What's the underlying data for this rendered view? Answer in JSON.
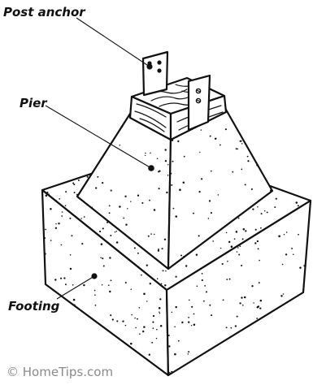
{
  "labels": {
    "post_anchor": "Post anchor",
    "pier": "Pier",
    "footing": "Footing"
  },
  "credit": "© HomeTips.com",
  "colors": {
    "ink": "#111111",
    "paper": "#ffffff",
    "credit_text": "#8a8a8a"
  }
}
